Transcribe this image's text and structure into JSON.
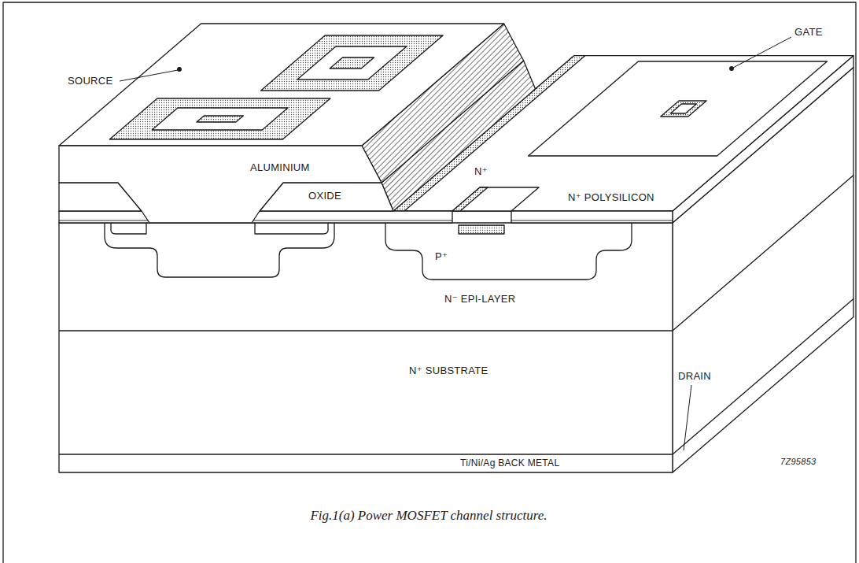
{
  "diagram": {
    "caption": "Fig.1(a) Power MOSFET channel structure.",
    "nodes": [
      {
        "text": [
          "N⁻ EPI-LAYER"
        ]
      },
      {
        "text": [
          "N⁺ SUBSTRATE"
        ]
      },
      {
        "text": [
          "Ti/Ni/Ag BACK METAL"
        ]
      }
    ],
    "labels": [
      "SOURCE",
      "GATE",
      "ALUMINIUM",
      "N⁺ POLYSILICON",
      "OXIDE",
      "N⁺",
      "P⁺",
      "DRAIN",
      "7Z95853"
    ]
  }
}
